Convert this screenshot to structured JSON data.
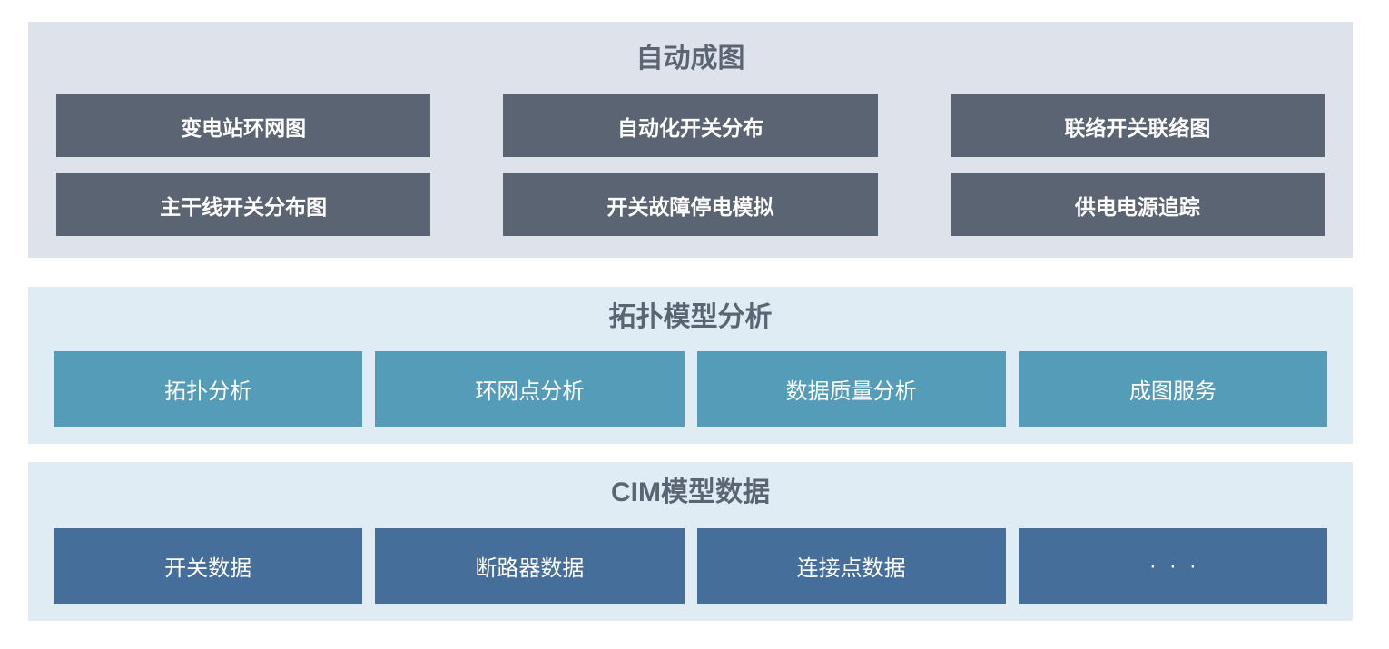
{
  "colors": {
    "page_background": "#ffffff",
    "auto_panel_background": "#dee2eb",
    "auto_block_background": "#5b6472",
    "analysis_panel_background": "#dfecf3",
    "topology_block_background": "#549cb7",
    "cim_block_background": "#456e9b",
    "title_text": "#5a6472",
    "block_text": "#ffffff"
  },
  "sections": {
    "auto_diagram": {
      "title": "自动成图",
      "buttons": {
        "substation_ring": "变电站环网图",
        "automation_switch_distribution": "自动化开关分布",
        "tie_switch_connection": "联络开关联络图",
        "trunk_switch_distribution": "主干线开关分布图",
        "switch_fault_outage_simulation": "开关故障停电模拟",
        "power_supply_tracing": "供电电源追踪"
      }
    },
    "topology_analysis": {
      "title": "拓扑模型分析",
      "buttons": {
        "topology_analysis": "拓扑分析",
        "ring_point_analysis": "环网点分析",
        "data_quality_analysis": "数据质量分析",
        "diagram_service": "成图服务"
      }
    },
    "cim_model_data": {
      "title": "CIM模型数据",
      "buttons": {
        "switch_data": "开关数据",
        "breaker_data": "断路器数据",
        "connection_point_data": "连接点数据",
        "more": "···"
      }
    }
  }
}
